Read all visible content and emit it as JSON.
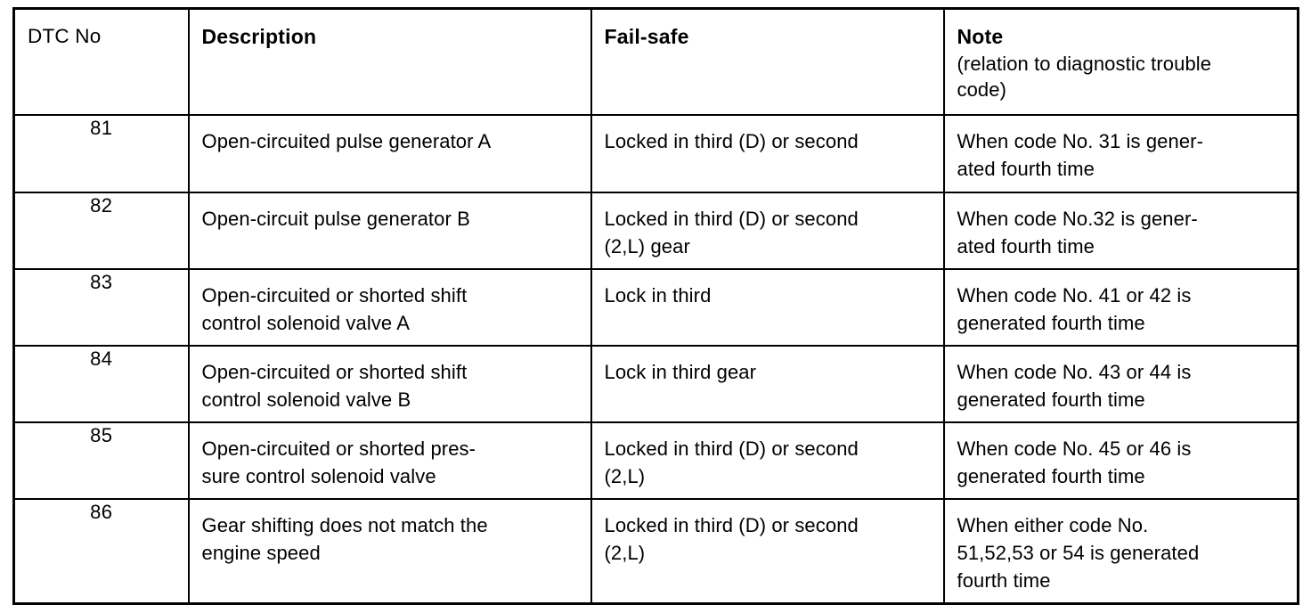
{
  "table": {
    "headers": {
      "dtc_no": "DTC No",
      "description": "Description",
      "fail_safe": "Fail-safe",
      "note": "Note",
      "note_sub_line1": "(relation to diagnostic trouble",
      "note_sub_line2": "code)"
    },
    "rows": [
      {
        "dtc_no": "81",
        "description_lines": [
          "Open-circuited pulse generator A"
        ],
        "fail_safe_lines": [
          "Locked in third (D) or second"
        ],
        "note_lines": [
          "When code No. 31 is gener-",
          "ated fourth time"
        ]
      },
      {
        "dtc_no": "82",
        "description_lines": [
          "Open-circuit pulse generator B"
        ],
        "fail_safe_lines": [
          "Locked in third (D) or second",
          "(2,L) gear"
        ],
        "note_lines": [
          "When code No.32 is gener-",
          "ated fourth time"
        ]
      },
      {
        "dtc_no": "83",
        "description_lines": [
          "Open-circuited or shorted shift",
          "control solenoid valve A"
        ],
        "fail_safe_lines": [
          "Lock in third"
        ],
        "note_lines": [
          "When code No. 41 or 42 is",
          "generated fourth time"
        ]
      },
      {
        "dtc_no": "84",
        "description_lines": [
          "Open-circuited or shorted shift",
          "control solenoid valve B"
        ],
        "fail_safe_lines": [
          "Lock in third gear"
        ],
        "note_lines": [
          "When code No. 43 or 44 is",
          "generated fourth time"
        ]
      },
      {
        "dtc_no": "85",
        "description_lines": [
          "Open-circuited or shorted pres-",
          "sure control solenoid valve"
        ],
        "fail_safe_lines": [
          "Locked in third (D) or second",
          "(2,L)"
        ],
        "note_lines": [
          "When code No. 45 or 46 is",
          "generated fourth time"
        ]
      },
      {
        "dtc_no": "86",
        "description_lines": [
          "Gear shifting does not match the",
          "engine speed"
        ],
        "fail_safe_lines": [
          "Locked in third (D) or second",
          "(2,L)"
        ],
        "note_lines": [
          "When either code No.",
          "51,52,53 or 54 is generated",
          "fourth time"
        ]
      }
    ]
  },
  "colors": {
    "border": "#000000",
    "text": "#000000",
    "background": "#ffffff"
  }
}
